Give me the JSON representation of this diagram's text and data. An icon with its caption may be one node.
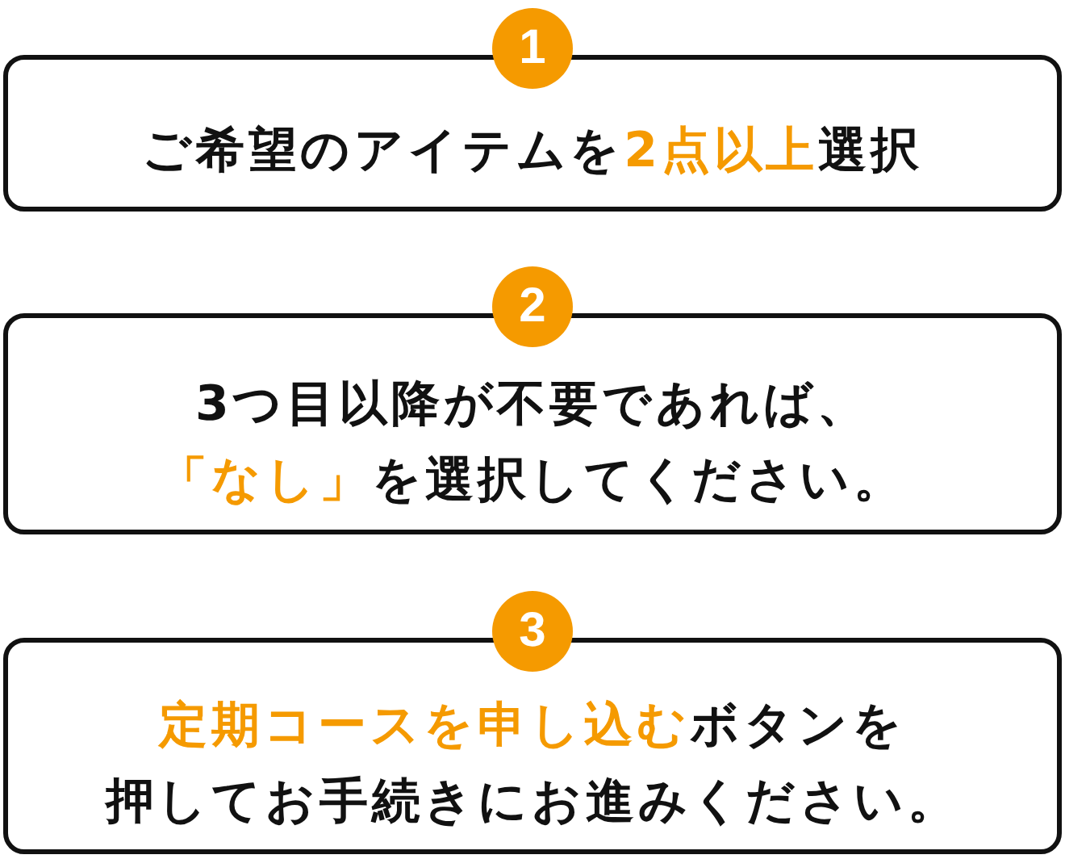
{
  "diagram": {
    "nodes": [
      {
        "text": [
          "1",
          "ご希望のアイテムを**2点以上**選択"
        ]
      },
      {
        "text": [
          "2",
          "3つ目以降が不要であれば、**「なし」**を選択してください。"
        ]
      },
      {
        "text": [
          "3",
          "**定期コースを申し込む**ボタンを押してお手続きにお進みください。"
        ]
      }
    ]
  }
}
